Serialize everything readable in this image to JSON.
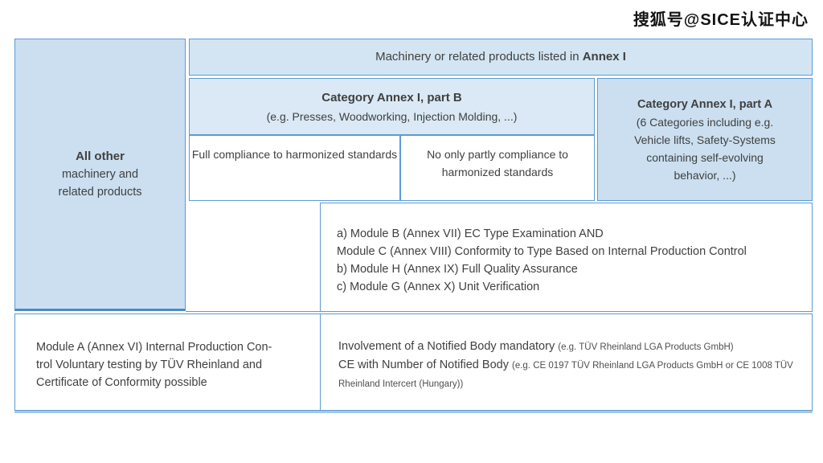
{
  "watermark": "搜狐号@SICE认证中心",
  "colors": {
    "border_blue": "#5b9bd5",
    "cell_fill_blue": "#cbdff0",
    "text": "#404040"
  },
  "table": {
    "left_column": {
      "title": "All other",
      "subtitle": "machinery and\nrelated products"
    },
    "top_header": {
      "text_prefix": "Machinery or related products listed in ",
      "text_bold": "Annex I"
    },
    "category_b": {
      "title": "Category Annex I, part B",
      "subtitle": "(e.g. Presses, Woodworking, Injection Molding, ...)"
    },
    "category_a": {
      "title": "Category Annex I, part A",
      "subtitle": "(6 Categories including e.g.\nVehicle lifts, Safety-Systems\ncontaining self-evolving\nbehavior, ...)"
    },
    "full_compliance": "Full compliance to harmonized standards",
    "partial_compliance": "No only partly compliance to harmonized standards",
    "modules": [
      "a) Module B (Annex VII) EC Type Examination AND",
      "Module C (Annex VIII) Conformity to Type Based on Internal Production Control",
      "b) Module H (Annex IX) Full Quality Assurance",
      "c) Module G (Annex X) Unit Verification"
    ],
    "module_a": "Module A (Annex VI) Internal Production Con-\ntrol Voluntary testing by TÜV Rheinland and\nCertificate of Conformity possible",
    "notified_body": {
      "line1_main": "Involvement of a Notified Body mandatory ",
      "line1_note": "(e.g. TÜV Rheinland LGA Products GmbH)",
      "line2_main": "CE with Number of Notified Body ",
      "line2_note": "(e.g. CE 0197 TÜV Rheinland LGA Products GmbH or CE 1008 TÜV Rheinland Intercert (Hungary))"
    }
  }
}
